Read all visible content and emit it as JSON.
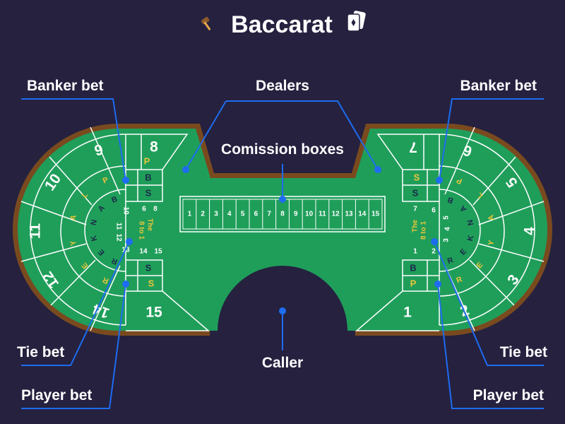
{
  "title": "Baccarat",
  "icons": {
    "left": "hammer-icon",
    "right": "playing-card-icon"
  },
  "labels": {
    "banker_left": "Banker bet",
    "banker_right": "Banker bet",
    "dealers": "Dealers",
    "commission": "Comission boxes",
    "caller": "Caller",
    "tie_left": "Tie bet",
    "tie_right": "Tie bet",
    "player_left": "Player bet",
    "player_right": "Player bet"
  },
  "commission_numbers": [
    "1",
    "2",
    "3",
    "4",
    "5",
    "6",
    "7",
    "8",
    "9",
    "10",
    "11",
    "12",
    "13",
    "14",
    "15"
  ],
  "left_seats": [
    "8",
    "9",
    "10",
    "11",
    "12",
    "14",
    "15"
  ],
  "right_seats": [
    "7",
    "6",
    "5",
    "4",
    "3",
    "2",
    "1"
  ],
  "banker_word": [
    "B",
    "A",
    "N",
    "K",
    "E",
    "R"
  ],
  "player_word": [
    "P",
    "L",
    "A",
    "Y",
    "E",
    "R"
  ],
  "box_letters": {
    "b": "B",
    "p": "P",
    "s": "S"
  },
  "tie_text": [
    "The",
    "8 to 1"
  ],
  "left_inner_numbers": [
    "6",
    "8",
    "10",
    "11",
    "12",
    "13",
    "14",
    "15"
  ],
  "right_inner_numbers": [
    "7",
    "6",
    "5",
    "4",
    "3",
    "2",
    "1"
  ],
  "colors": {
    "background": "#25213f",
    "felt": "#1f9e5a",
    "rail": "#7a4a1f",
    "line": "#ffffff",
    "leader": "#1e6cf0",
    "accent_yellow": "#e9c53a",
    "text_dark": "#1b2a4a"
  }
}
